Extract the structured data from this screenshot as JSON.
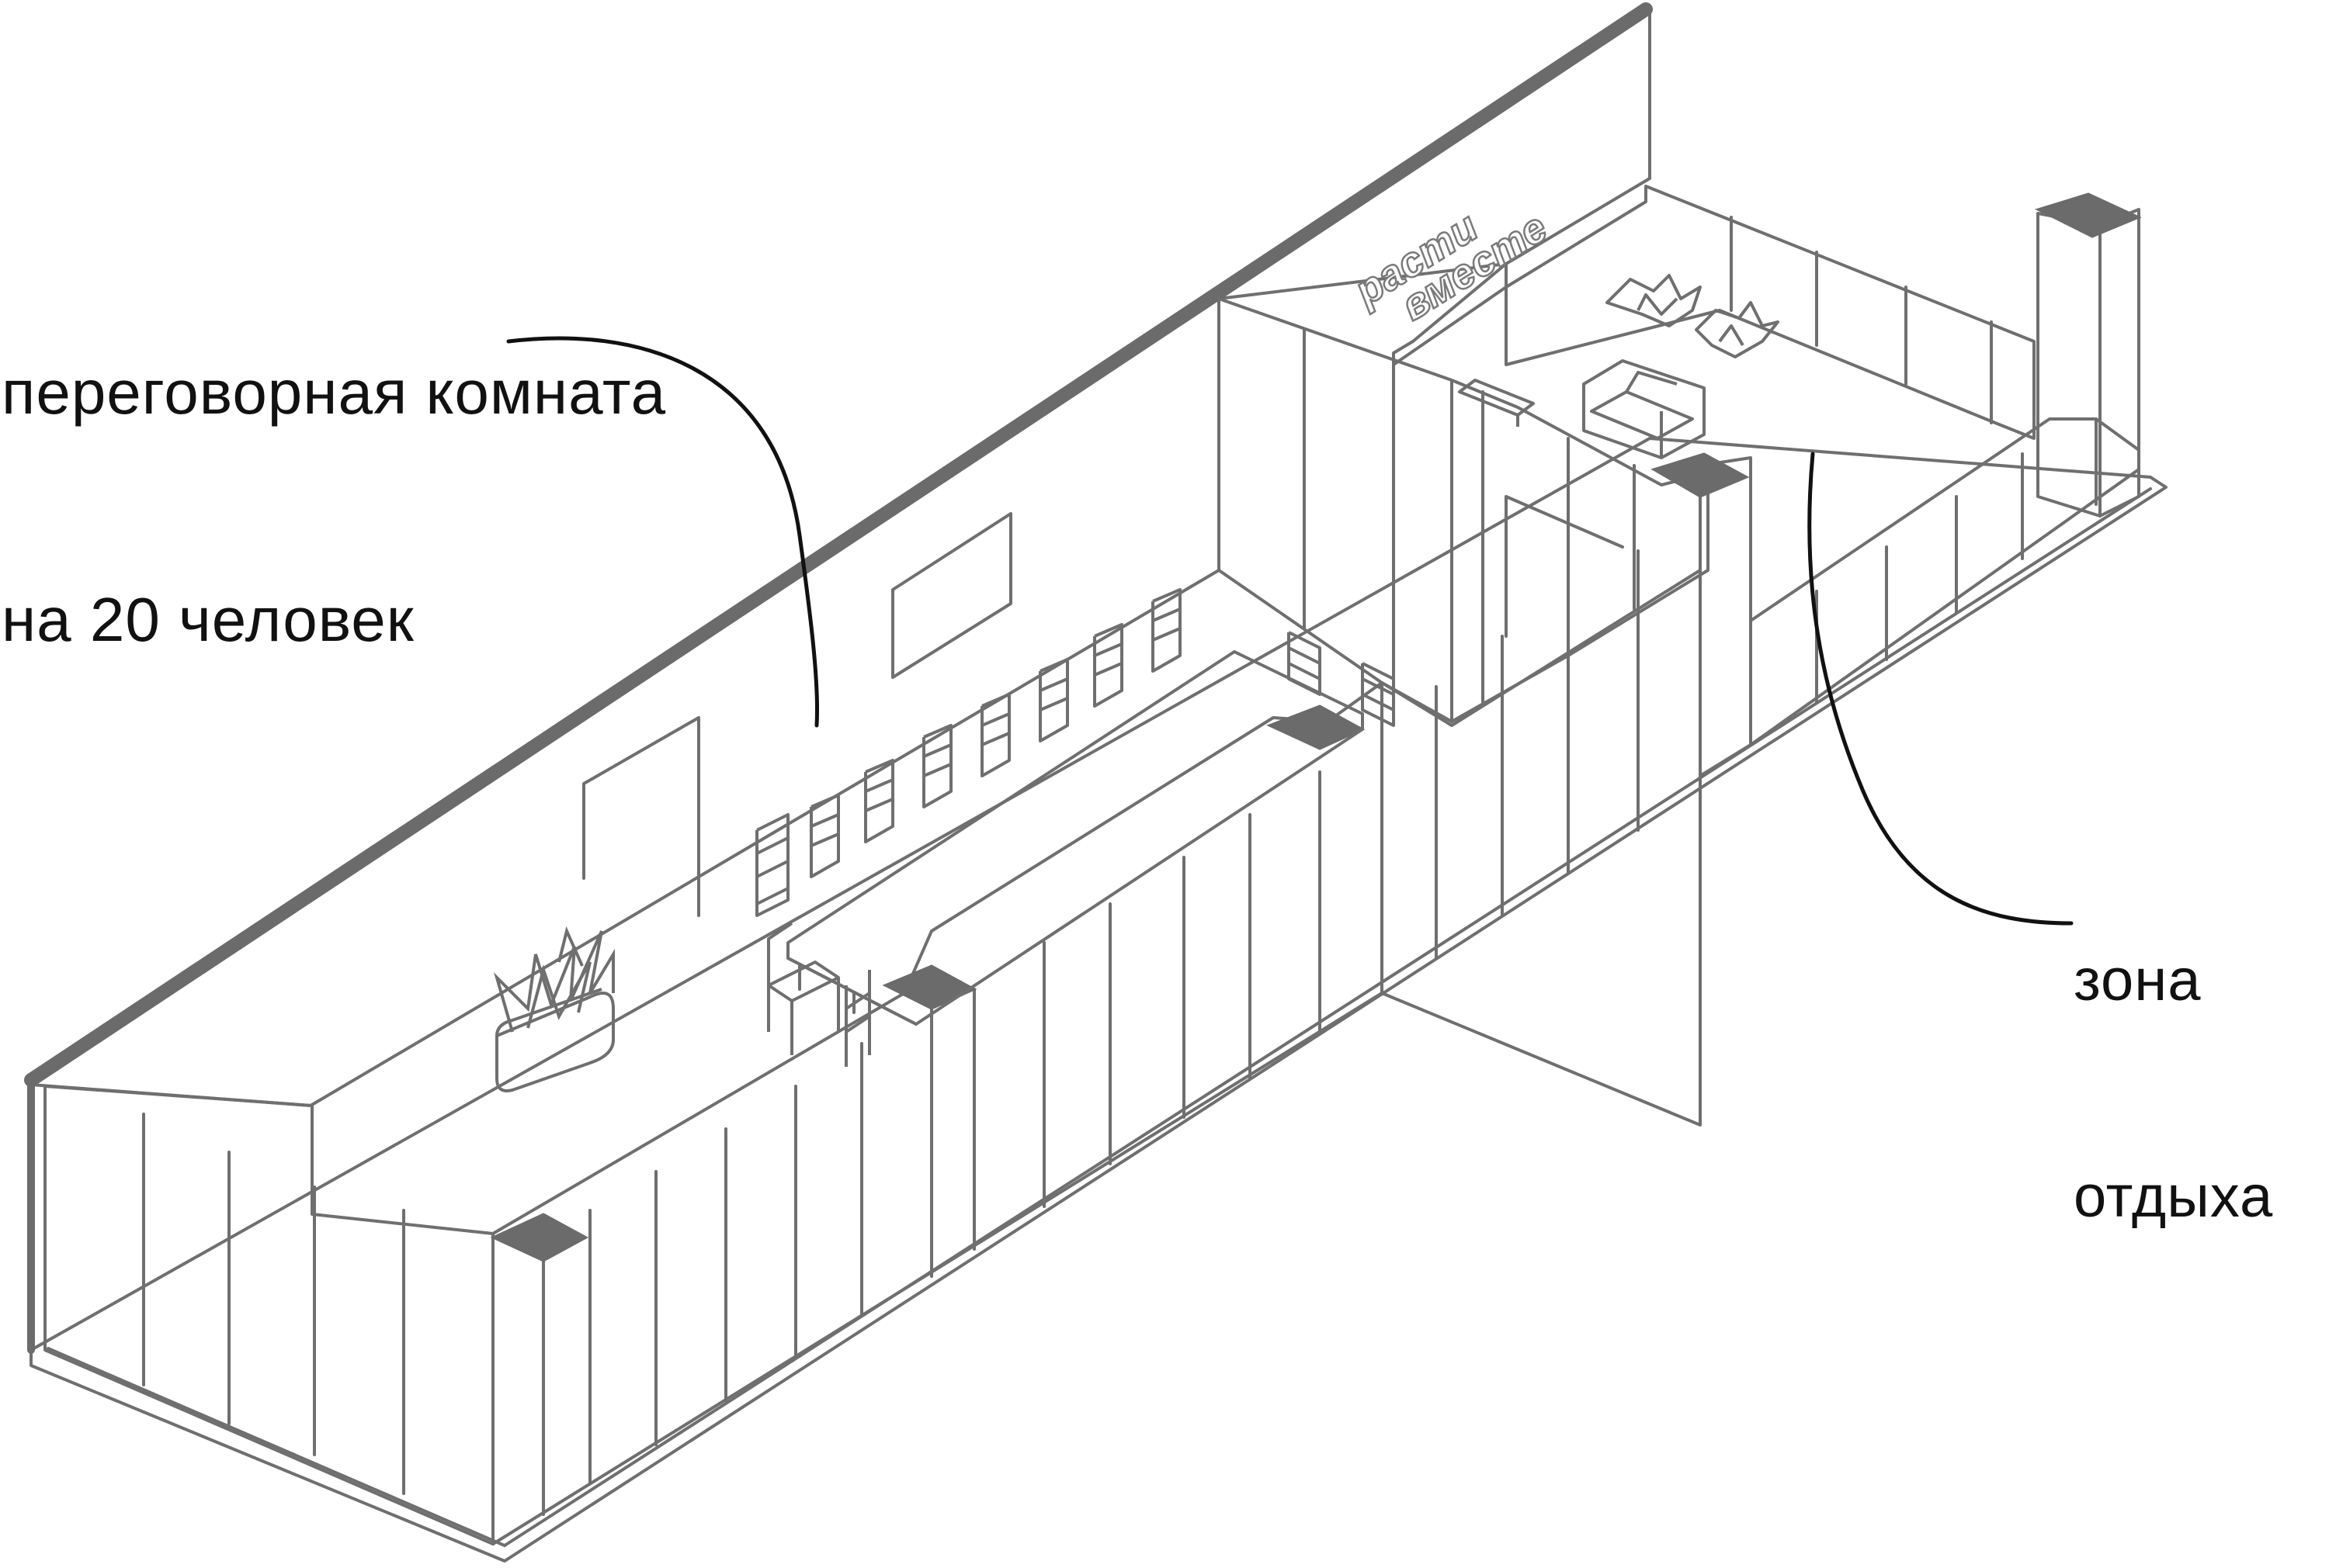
{
  "labels": {
    "meeting_room": {
      "line1": "переговорная комната",
      "line2": "на 20 человек"
    },
    "lounge": {
      "line1": "зона",
      "line2": "отдыха"
    }
  },
  "wall_sign": {
    "line1": "расти",
    "line2": "вместе"
  },
  "colors": {
    "outline": "#6f6f6f",
    "wall_cap": "#6b6b6b",
    "leader_line": "#111111",
    "background": "#ffffff"
  }
}
